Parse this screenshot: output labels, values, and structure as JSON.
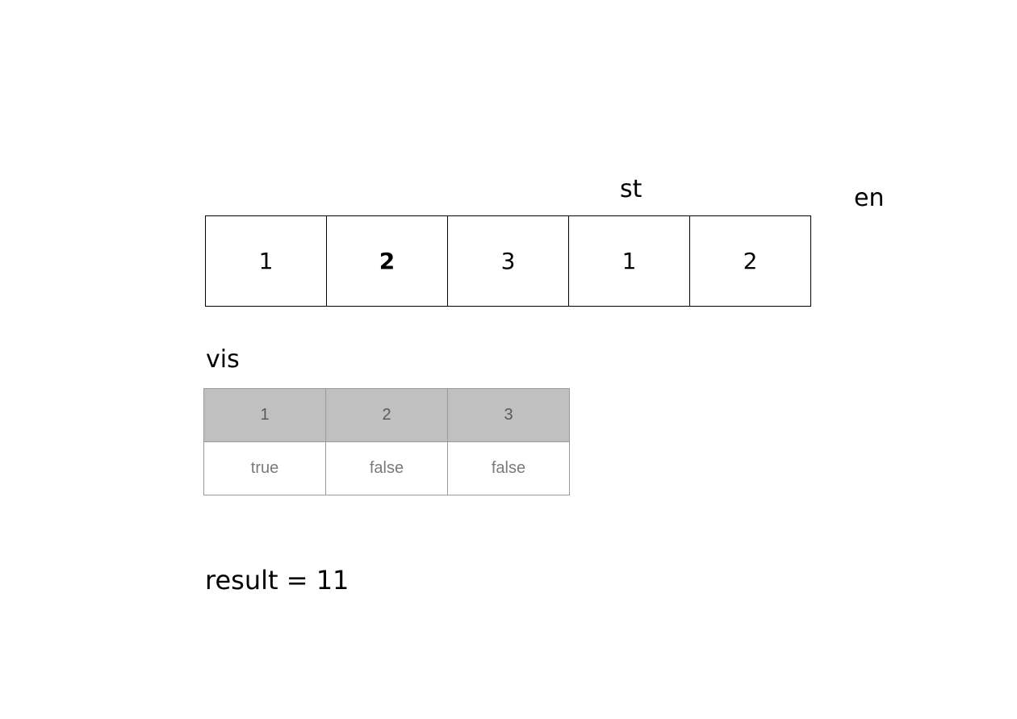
{
  "pointers": {
    "st": "st",
    "en": "en"
  },
  "array": {
    "cells": [
      {
        "value": "1",
        "bold": false
      },
      {
        "value": "2",
        "bold": true
      },
      {
        "value": "3",
        "bold": false
      },
      {
        "value": "1",
        "bold": false
      },
      {
        "value": "2",
        "bold": false
      }
    ]
  },
  "vis": {
    "label": "vis",
    "headers": [
      "1",
      "2",
      "3"
    ],
    "values": [
      "true",
      "false",
      "false"
    ]
  },
  "result": {
    "text": "result = 11"
  }
}
